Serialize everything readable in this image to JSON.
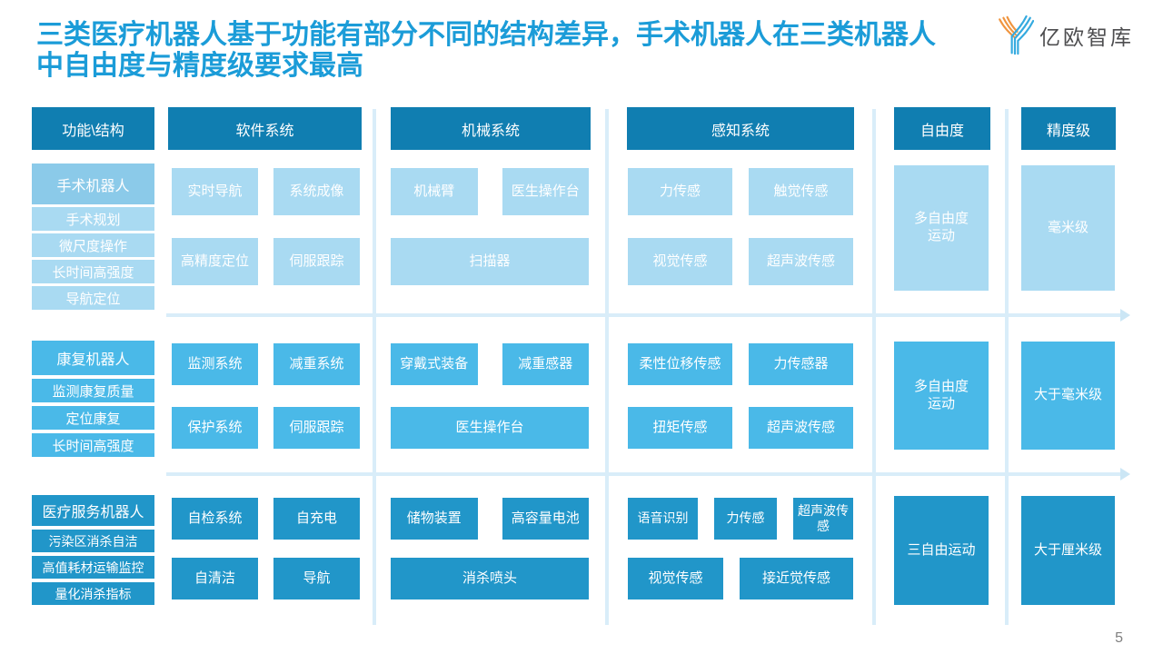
{
  "title": {
    "line1": "三类医疗机器人基于功能有部分不同的结构差异，手术机器人在三类机器人",
    "line2": "中自由度与精度级要求最高"
  },
  "logo": {
    "text": "亿欧智库"
  },
  "page_number": "5",
  "columns": {
    "functions": "功能\\结构",
    "software": "软件系统",
    "mechanical": "机械系统",
    "perception": "感知系统",
    "freedom": "自由度",
    "precision": "精度级"
  },
  "robots": [
    {
      "name": "手术机器人",
      "functions": [
        "手术规划",
        "微尺度操作",
        "长时间高强度",
        "导航定位"
      ],
      "software": [
        [
          "实时导航",
          "系统成像"
        ],
        [
          "高精度定位",
          "伺服跟踪"
        ]
      ],
      "mechanical": [
        [
          "机械臂",
          "医生操作台"
        ],
        [
          "扫描器"
        ]
      ],
      "perception": [
        [
          "力传感",
          "触觉传感"
        ],
        [
          "视觉传感",
          "超声波传感"
        ]
      ],
      "freedom": "多自由度\n运动",
      "precision": "毫米级"
    },
    {
      "name": "康复机器人",
      "functions": [
        "监测康复质量",
        "定位康复",
        "长时间高强度"
      ],
      "software": [
        [
          "监测系统",
          "减重系统"
        ],
        [
          "保护系统",
          "伺服跟踪"
        ]
      ],
      "mechanical": [
        [
          "穿戴式装备",
          "减重感器"
        ],
        [
          "医生操作台"
        ]
      ],
      "perception": [
        [
          "柔性位移传感",
          "力传感器"
        ],
        [
          "扭矩传感",
          "超声波传感"
        ]
      ],
      "freedom": "多自由度\n运动",
      "precision": "大于毫米级"
    },
    {
      "name": "医疗服务机器人",
      "functions": [
        "污染区消杀自洁",
        "高值耗材运输监控",
        "量化消杀指标"
      ],
      "software": [
        [
          "自检系统",
          "自充电"
        ],
        [
          "自清洁",
          "导航"
        ]
      ],
      "mechanical": [
        [
          "储物装置",
          "高容量电池"
        ],
        [
          "消杀喷头"
        ]
      ],
      "perception": [
        [
          "语音识别",
          "力传感",
          "超声波传感"
        ],
        [
          "视觉传感",
          "接近觉传感"
        ]
      ],
      "freedom": "三自由运动",
      "precision": "大于厘米级"
    }
  ],
  "colors": {
    "title": "#1b9cd8",
    "header_bg": "#107eb1",
    "row1": "#a9daf2",
    "row1_header": "#8bcae9",
    "row2": "#4ab9e8",
    "row3": "#2196c9",
    "divider": "#d9edf9",
    "logo_orange": "#f0953f",
    "logo_blue": "#35aadf"
  }
}
